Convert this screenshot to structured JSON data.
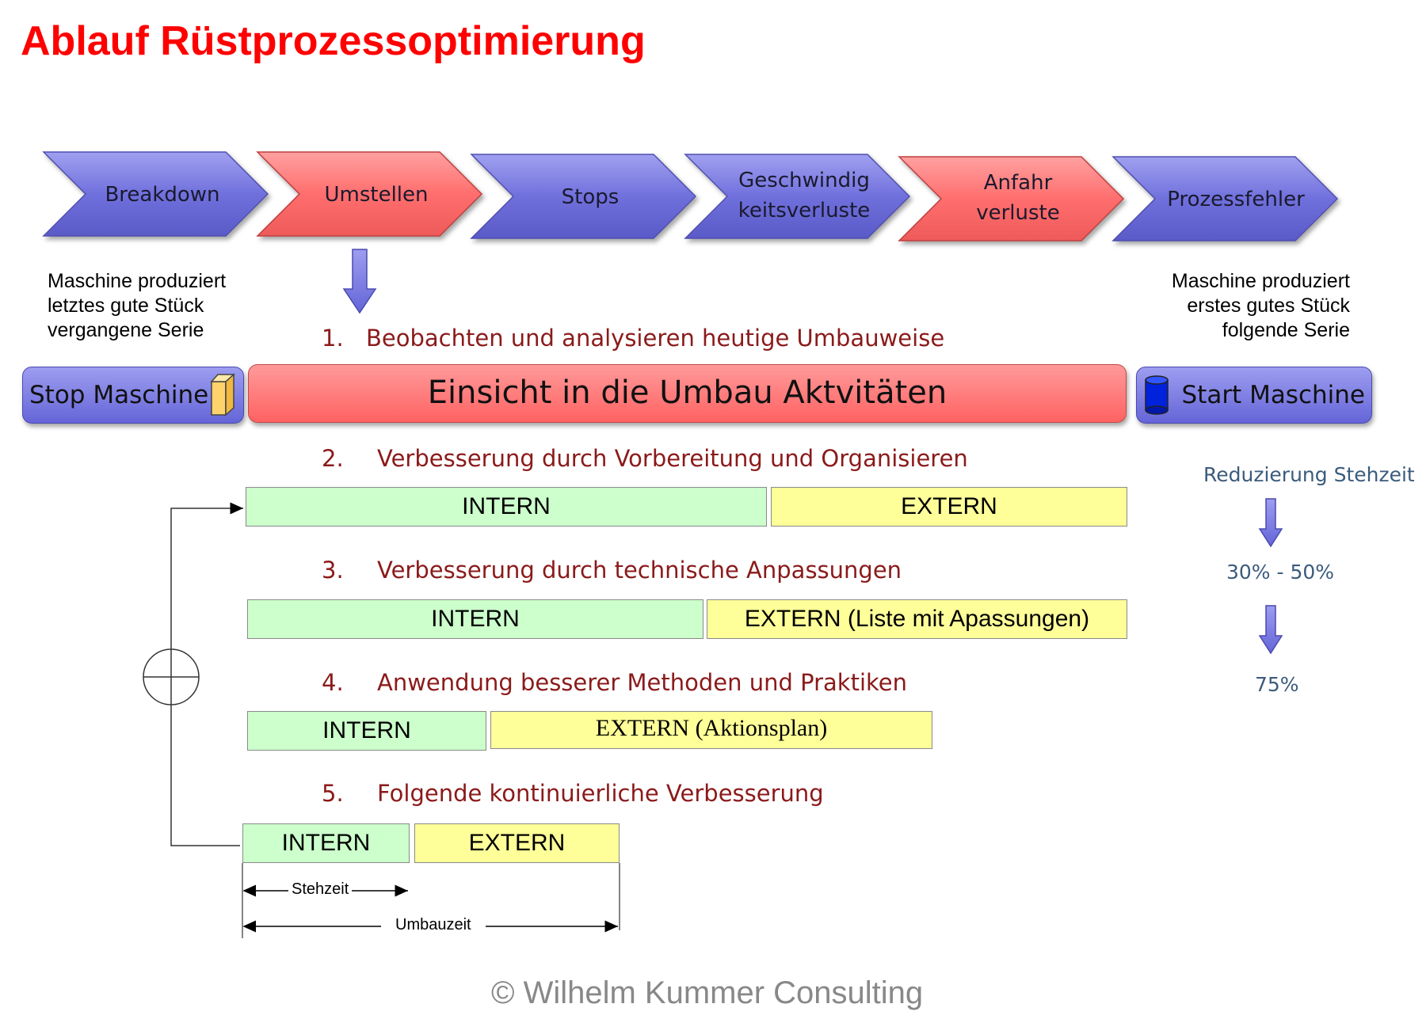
{
  "title": "Ablauf Rüstprozessoptimierung",
  "chevrons": [
    {
      "line1": "Breakdown",
      "line2": "",
      "color": "#7070dd"
    },
    {
      "line1": "Umstellen",
      "line2": "",
      "color": "#ff6e6e"
    },
    {
      "line1": "Stops",
      "line2": "",
      "color": "#7070dd"
    },
    {
      "line1": "Geschwindig",
      "line2": "keitsverluste",
      "color": "#7070dd"
    },
    {
      "line1": "Anfahr",
      "line2": "verluste",
      "color": "#ff6e6e"
    },
    {
      "line1": "Prozessfehler",
      "line2": "",
      "color": "#7070dd"
    }
  ],
  "notes": {
    "left": "Maschine produziert\nletztes gute Stück\nvergangene Serie",
    "right": "Maschine produziert\nerstes gutes Stück\nfolgende Serie"
  },
  "bars": {
    "stop": "Stop Maschine",
    "main": "Einsicht in die Umbau Aktvitäten",
    "start": "Start Maschine"
  },
  "steps": [
    {
      "num": "1.",
      "text": "Beobachten und analysieren heutige Umbauweise"
    },
    {
      "num": "2.",
      "text": "Verbesserung durch Vorbereitung und Organisieren"
    },
    {
      "num": "3.",
      "text": "Verbesserung durch technische Anpassungen"
    },
    {
      "num": "4.",
      "text": "Anwendung besserer Methoden und Praktiken"
    },
    {
      "num": "5.",
      "text": "Folgende kontinuierliche Verbesserung"
    }
  ],
  "rows": [
    {
      "intern": "INTERN",
      "extern": "EXTERN"
    },
    {
      "intern": "INTERN",
      "extern": "EXTERN (Liste mit Apassungen)"
    },
    {
      "intern": "INTERN",
      "extern": "EXTERN (Aktionsplan)"
    },
    {
      "intern": "INTERN",
      "extern": "EXTERN"
    }
  ],
  "reduction": {
    "label": "Reduzierung Stehzeit",
    "level1": "30% - 50%",
    "level2": "75%"
  },
  "dimensions": {
    "stehzeit": "Stehzeit",
    "umbauzeit": "Umbauzeit"
  },
  "copyright": "© Wilhelm Kummer Consulting",
  "colors": {
    "title": "#ff0000",
    "blue_chevron": "#7070dd",
    "red_chevron": "#ff6e6e",
    "step_text": "#8b1a1a",
    "intern": "#ccffcc",
    "extern": "#ffff99",
    "reduction_text": "#3b5b7d"
  }
}
